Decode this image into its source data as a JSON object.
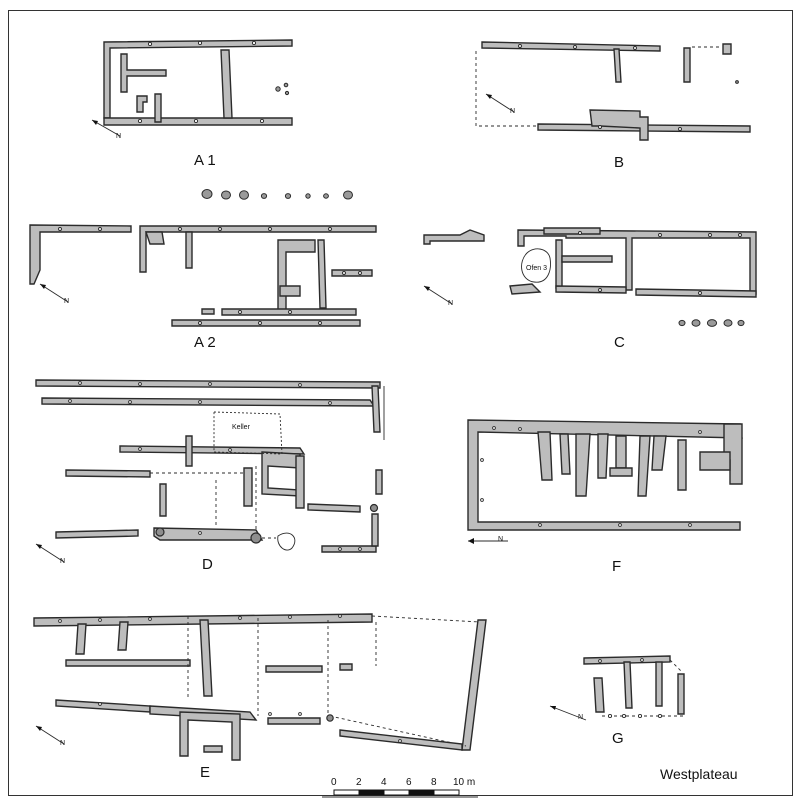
{
  "plans": [
    {
      "id": "A1",
      "label": "A 1"
    },
    {
      "id": "B",
      "label": "B"
    },
    {
      "id": "A2",
      "label": "A 2"
    },
    {
      "id": "C",
      "label": "C"
    },
    {
      "id": "D",
      "label": "D"
    },
    {
      "id": "F",
      "label": "F"
    },
    {
      "id": "E",
      "label": "E"
    },
    {
      "id": "G",
      "label": "G"
    }
  ],
  "annotations": {
    "ofen": "Ofen 3",
    "keller": "Keller"
  },
  "north_symbol": "N",
  "scale_bar": {
    "ticks": [
      "0",
      "2",
      "4",
      "6",
      "8",
      "10 m"
    ]
  },
  "site_title": "Westplateau",
  "colors": {
    "wall_fill": "#bdbdbd",
    "outline": "#2b2b2b",
    "background": "#ffffff"
  }
}
